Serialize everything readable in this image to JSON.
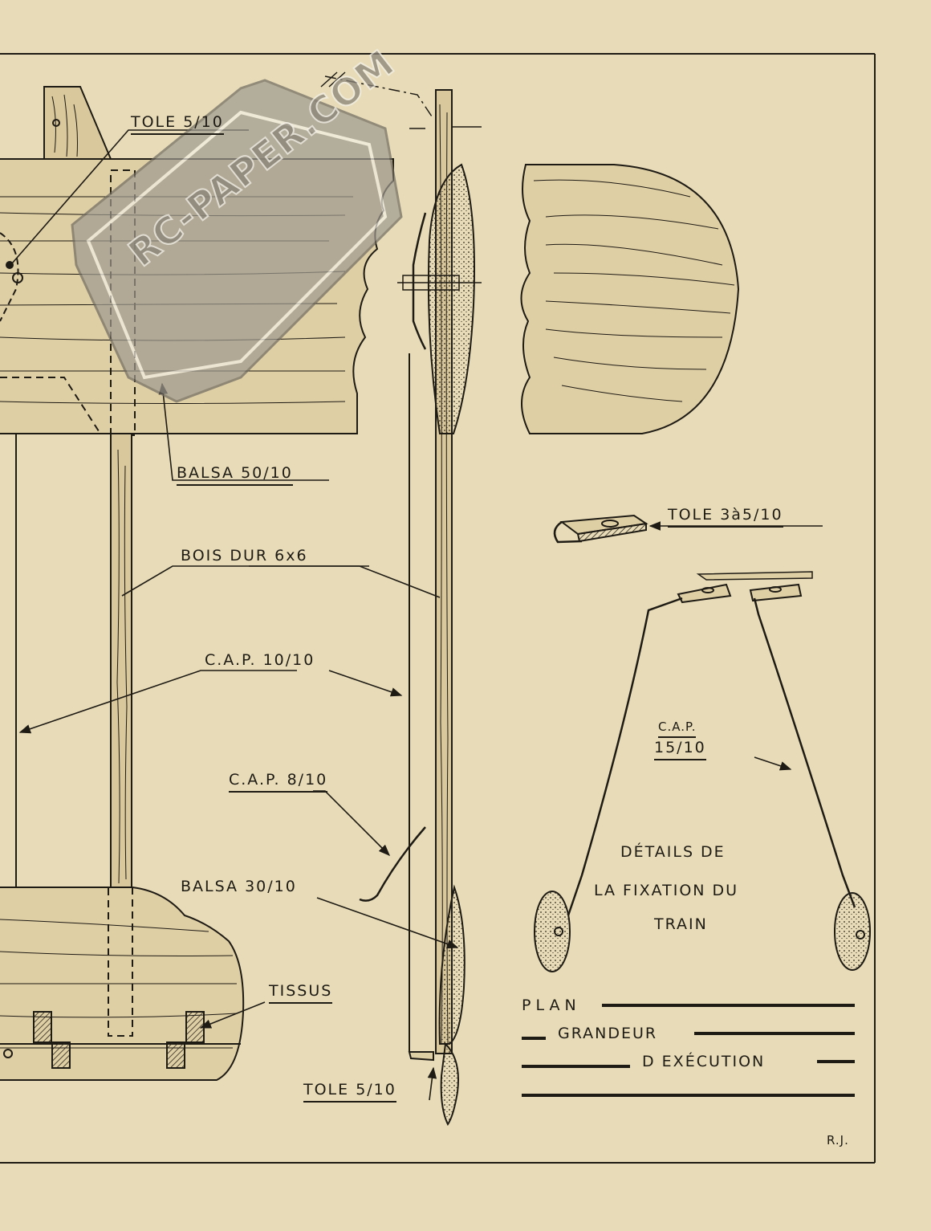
{
  "labels": {
    "tole_5_top": "TOLE 5/10",
    "balsa_50": "BALSA 50/10",
    "tole_3a5": "TOLE 3à5/10",
    "bois_dur": "BOIS DUR 6x6",
    "cap_10": "C.A.P. 10/10",
    "cap_8": "C.A.P. 8/10",
    "cap_15_line1": "C.A.P.",
    "cap_15_line2": "15/10",
    "balsa_30": "BALSA 30/10",
    "tissus": "TISSUS",
    "tole_5_bottom": "TOLE 5/10"
  },
  "details": {
    "line1": "DÉTAILS DE",
    "line2": "LA FIXATION DU",
    "line3": "TRAIN"
  },
  "legend": {
    "line1": "PLAN",
    "line2": "GRANDEUR",
    "line3": "D EXÉCUTION"
  },
  "signature": "R.J.",
  "watermark": "RC-PAPER.COM",
  "colors": {
    "paper": "#e8dcb8",
    "ink": "#1e1a14",
    "watermark": "#8a8478"
  }
}
